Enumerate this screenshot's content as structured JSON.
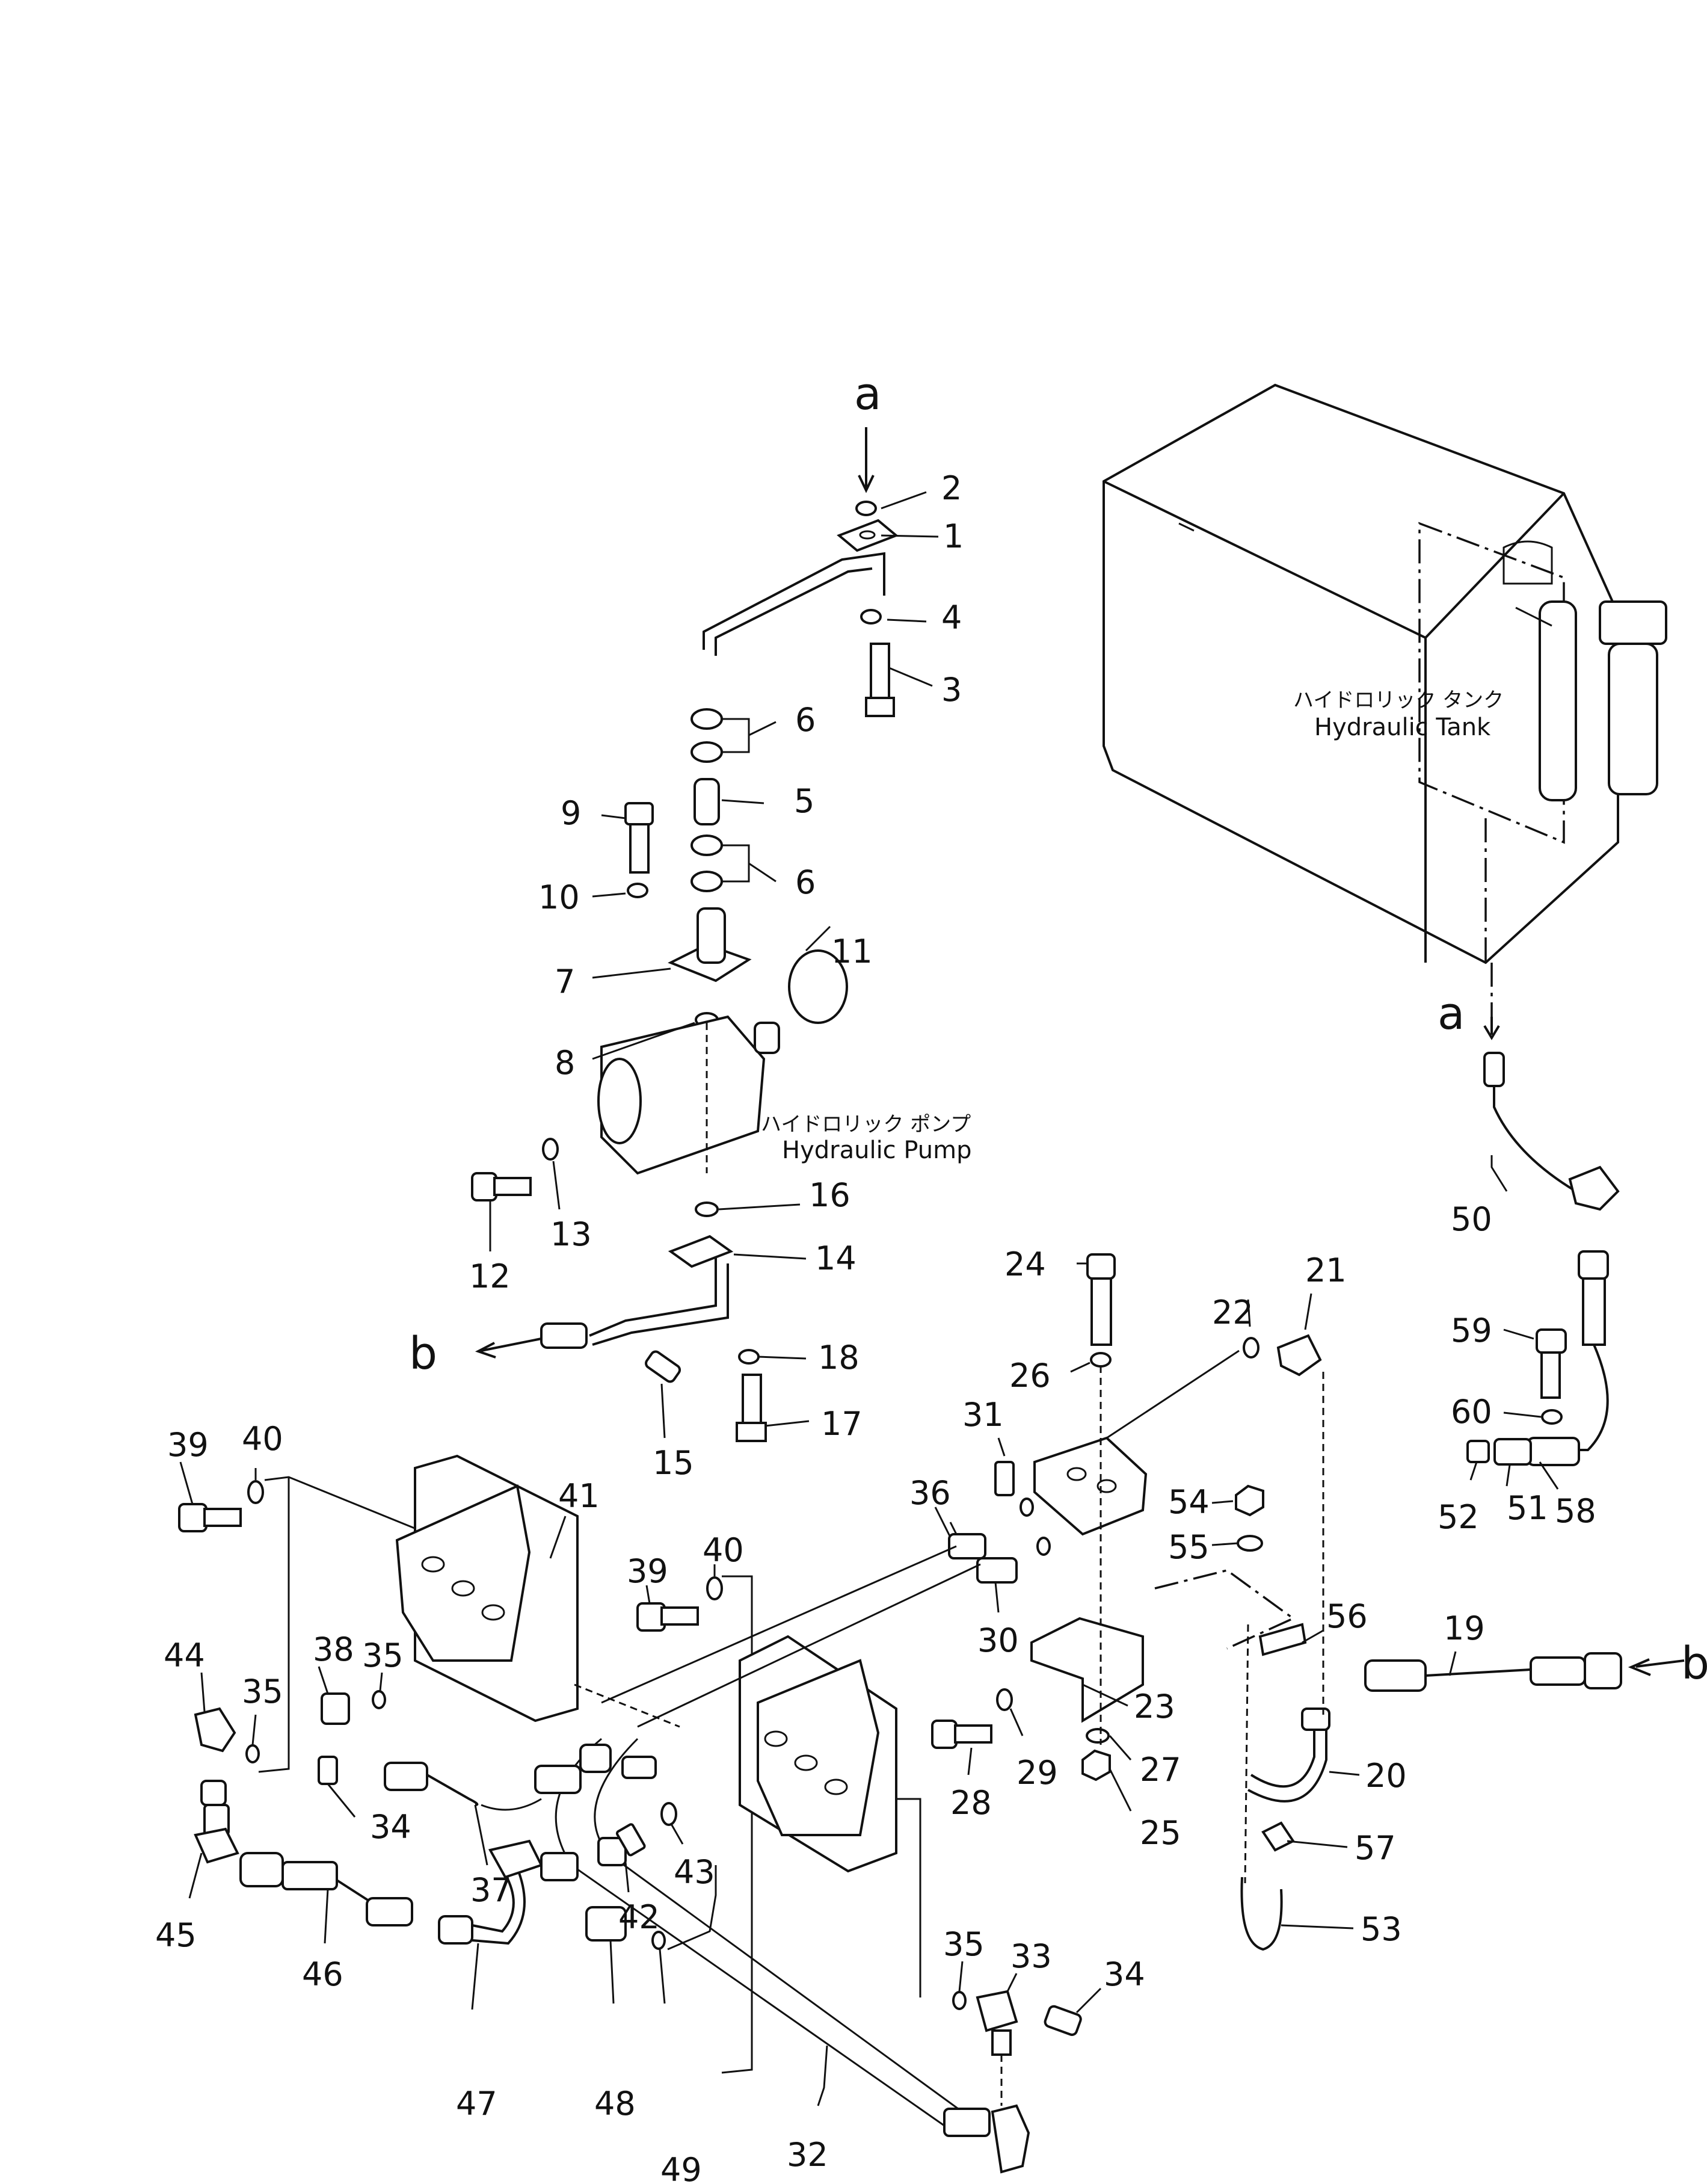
{
  "components": {
    "tank_jp": "ハイドロリック タンク",
    "tank_en": "Hydraulic Tank",
    "pump_jp": "ハイドロリック ポンプ",
    "pump_en": "Hydraulic Pump"
  },
  "markers": {
    "a_top": "a",
    "a_tank": "a",
    "b_left": "b",
    "b_right": "b"
  },
  "callouts": {
    "n1": "1",
    "n2": "2",
    "n3": "3",
    "n4": "4",
    "n5": "5",
    "n6a": "6",
    "n6b": "6",
    "n7": "7",
    "n8": "8",
    "n9": "9",
    "n10": "10",
    "n11": "11",
    "n12": "12",
    "n13": "13",
    "n14": "14",
    "n15": "15",
    "n16": "16",
    "n17": "17",
    "n18": "18",
    "n19": "19",
    "n20": "20",
    "n21": "21",
    "n22": "22",
    "n23": "23",
    "n24": "24",
    "n25": "25",
    "n26": "26",
    "n27": "27",
    "n28": "28",
    "n29": "29",
    "n30": "30",
    "n31": "31",
    "n32": "32",
    "n33": "33",
    "n34a": "34",
    "n34b": "34",
    "n35a": "35",
    "n35b": "35",
    "n35c": "35",
    "n36": "36",
    "n37": "37",
    "n38": "38",
    "n39a": "39",
    "n39b": "39",
    "n40a": "40",
    "n40b": "40",
    "n41": "41",
    "n42": "42",
    "n43": "43",
    "n44": "44",
    "n45": "45",
    "n46": "46",
    "n47": "47",
    "n48": "48",
    "n49": "49",
    "n50": "50",
    "n51": "51",
    "n52": "52",
    "n53": "53",
    "n54": "54",
    "n55": "55",
    "n56": "56",
    "n57": "57",
    "n58": "58",
    "n59": "59",
    "n60": "60"
  }
}
